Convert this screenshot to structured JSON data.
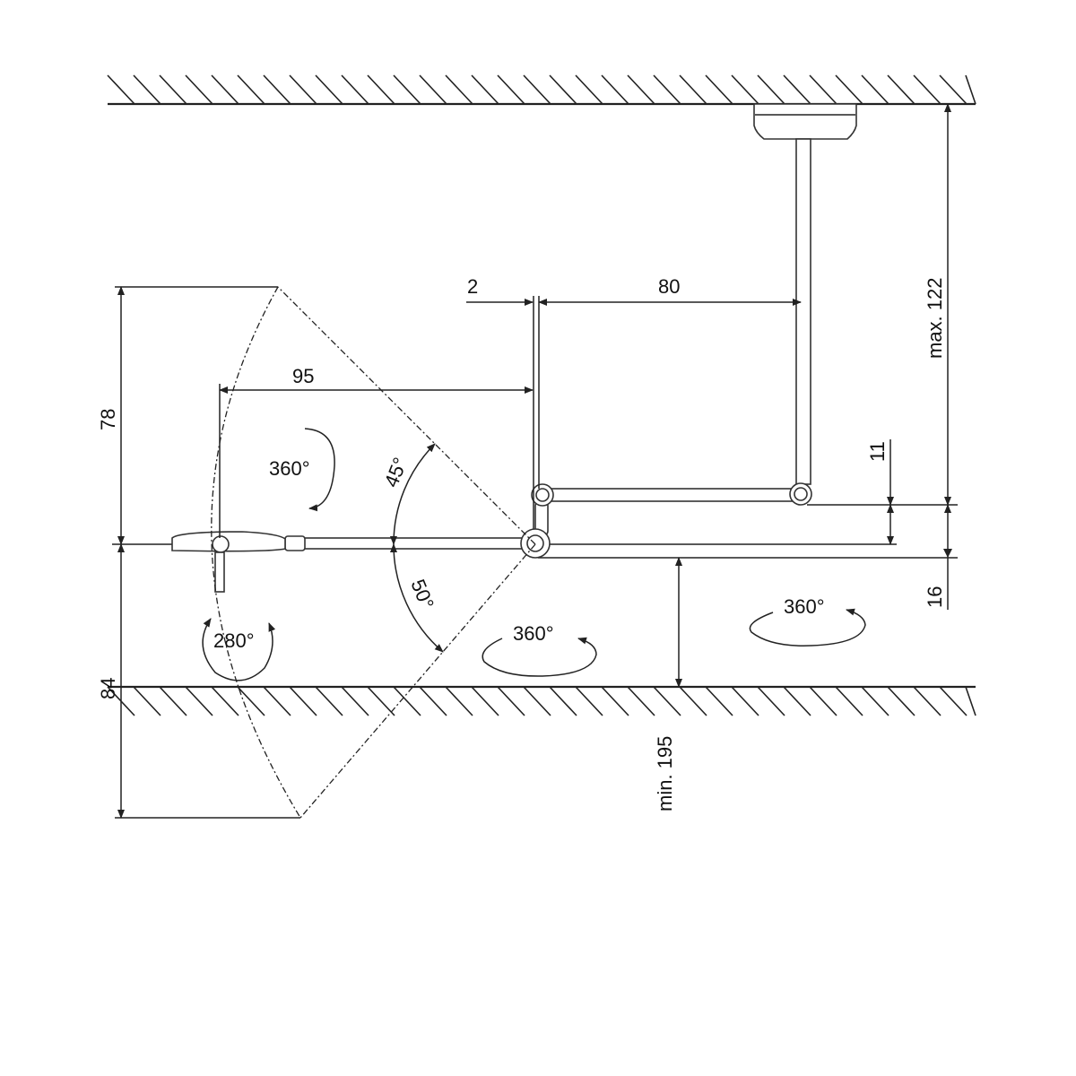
{
  "title": "Ceiling-mounted lamp arm dimension drawing",
  "dimensions": {
    "offset_small": "2",
    "arm_length": "80",
    "reach": "95",
    "upper_height": "78",
    "lower_height": "84",
    "ceiling_drop": "max. 122",
    "joint_offset": "11",
    "arm_offset": "16",
    "floor_clearance": "min. 195"
  },
  "angles": {
    "up": "45°",
    "down": "50°",
    "head_rotation": "360°",
    "head_swivel": "280°",
    "arm_rotation": "360°",
    "pole_rotation": "360°"
  },
  "colors": {
    "line": "#222222",
    "background": "#ffffff"
  }
}
